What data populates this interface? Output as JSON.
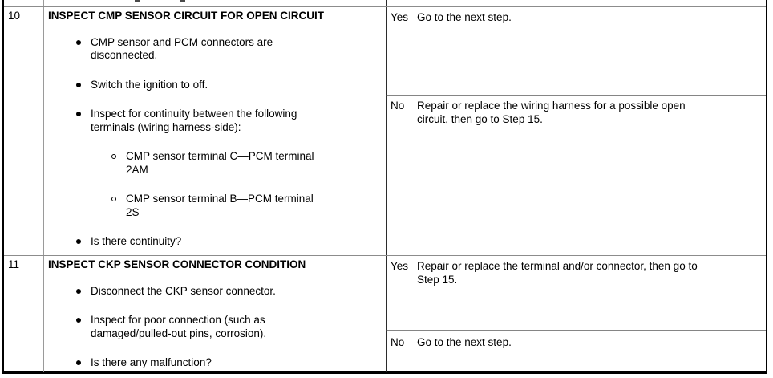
{
  "table": {
    "rows": [
      {
        "step": "10",
        "title": "INSPECT CMP SENSOR CIRCUIT FOR OPEN CIRCUIT",
        "items": [
          {
            "level": 1,
            "lines": [
              "CMP sensor and PCM connectors are",
              "disconnected."
            ]
          },
          {
            "level": 1,
            "lines": [
              "Switch the ignition to off."
            ]
          },
          {
            "level": 1,
            "lines": [
              "Inspect for continuity between the following",
              "terminals (wiring harness-side):"
            ]
          },
          {
            "level": 2,
            "lines": [
              "CMP sensor terminal C—PCM terminal",
              "2AM"
            ]
          },
          {
            "level": 2,
            "lines": [
              "CMP sensor terminal B—PCM terminal",
              "2S"
            ]
          },
          {
            "level": 1,
            "lines": [
              "Is there continuity?"
            ]
          }
        ],
        "yes_label": "Yes",
        "yes_action_lines": [
          "Go to the next step."
        ],
        "no_label": "No",
        "no_action_lines": [
          "Repair or replace the wiring harness for a possible open",
          "circuit, then go to Step 15."
        ]
      },
      {
        "step": "11",
        "title": "INSPECT CKP SENSOR CONNECTOR CONDITION",
        "items": [
          {
            "level": 1,
            "lines": [
              "Disconnect the CKP sensor connector."
            ]
          },
          {
            "level": 1,
            "lines": [
              "Inspect for poor connection (such as",
              "damaged/pulled-out pins, corrosion)."
            ]
          },
          {
            "level": 1,
            "lines": [
              "Is there any malfunction?"
            ]
          }
        ],
        "yes_label": "Yes",
        "yes_action_lines": [
          "Repair or replace the terminal and/or connector, then go to",
          "Step 15."
        ],
        "no_label": "No",
        "no_action_lines": [
          "Go to the next step."
        ]
      }
    ]
  },
  "colors": {
    "outer_border": "#000000",
    "grid_gray": "#8c8c8c",
    "divider_dark": "#2b2b2b"
  }
}
